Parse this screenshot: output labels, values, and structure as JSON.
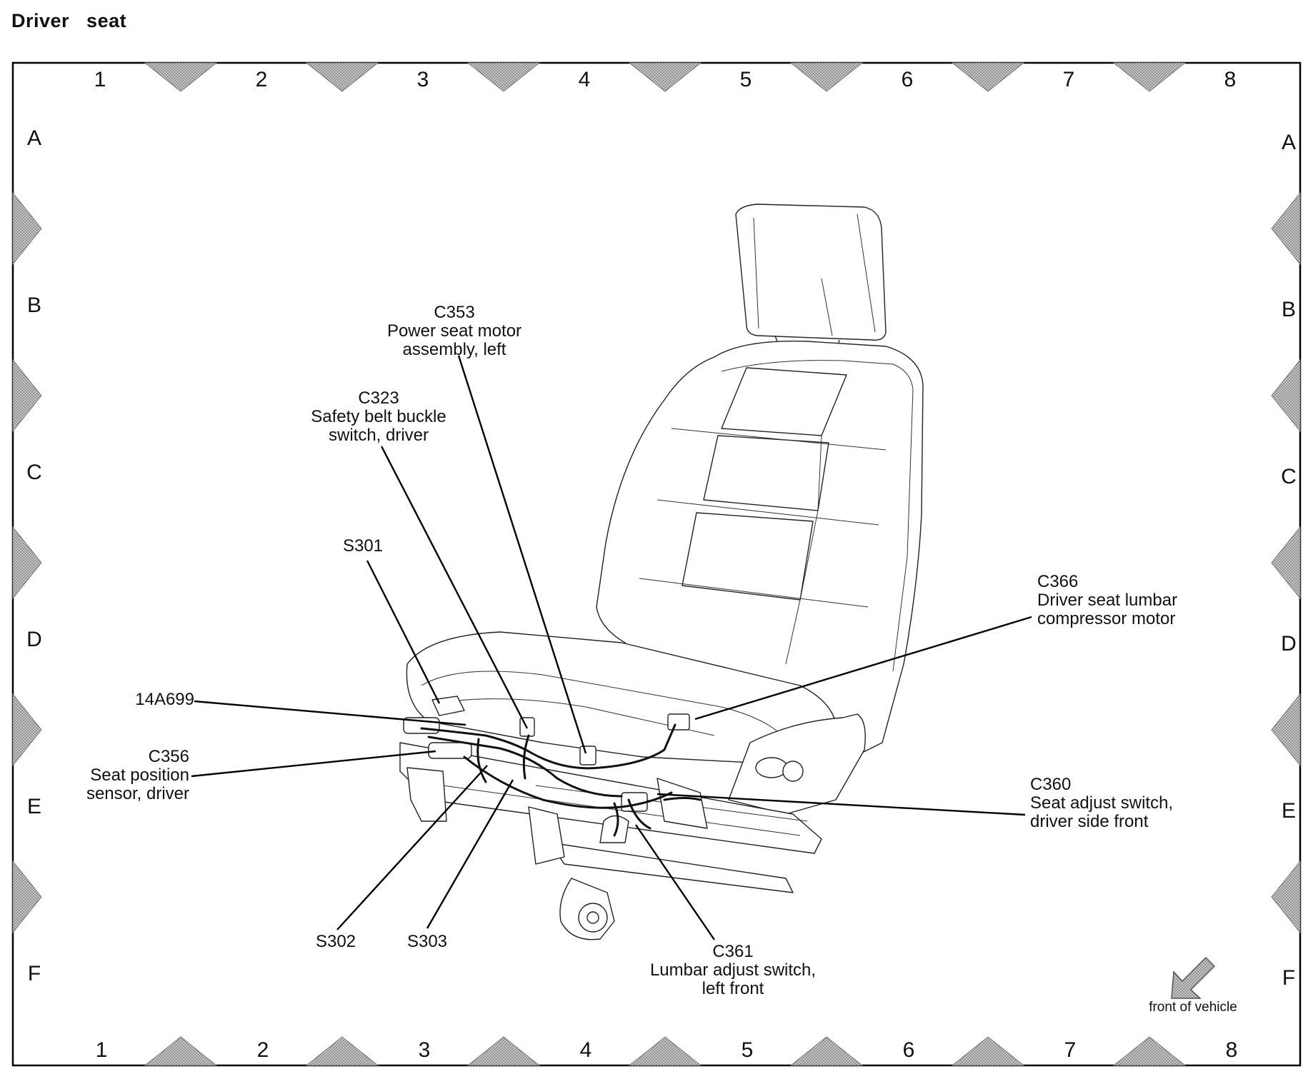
{
  "page": {
    "title": "Driver   seat"
  },
  "grid": {
    "columns": [
      "1",
      "2",
      "3",
      "4",
      "5",
      "6",
      "7",
      "8"
    ],
    "rows": [
      "A",
      "B",
      "C",
      "D",
      "E",
      "F"
    ]
  },
  "callouts": [
    {
      "id": "c353",
      "lines": [
        "C353",
        "Power seat motor",
        "assembly, left"
      ]
    },
    {
      "id": "c323",
      "lines": [
        "C323",
        "Safety belt buckle",
        "switch, driver"
      ]
    },
    {
      "id": "s301",
      "lines": [
        "S301"
      ]
    },
    {
      "id": "c366",
      "lines": [
        "C366",
        "Driver seat lumbar",
        "compressor motor"
      ]
    },
    {
      "id": "14a699",
      "lines": [
        "14A699"
      ]
    },
    {
      "id": "c356",
      "lines": [
        "C356",
        "Seat position",
        "sensor, driver"
      ]
    },
    {
      "id": "c360",
      "lines": [
        "C360",
        "Seat adjust switch,",
        "driver side front"
      ]
    },
    {
      "id": "s302",
      "lines": [
        "S302"
      ]
    },
    {
      "id": "s303",
      "lines": [
        "S303"
      ]
    },
    {
      "id": "c361",
      "lines": [
        "C361",
        "Lumbar adjust switch,",
        "left front"
      ]
    }
  ],
  "orientation": {
    "label": "front of vehicle"
  },
  "colors": {
    "marker": "#8a8a8a",
    "line": "#000000"
  }
}
